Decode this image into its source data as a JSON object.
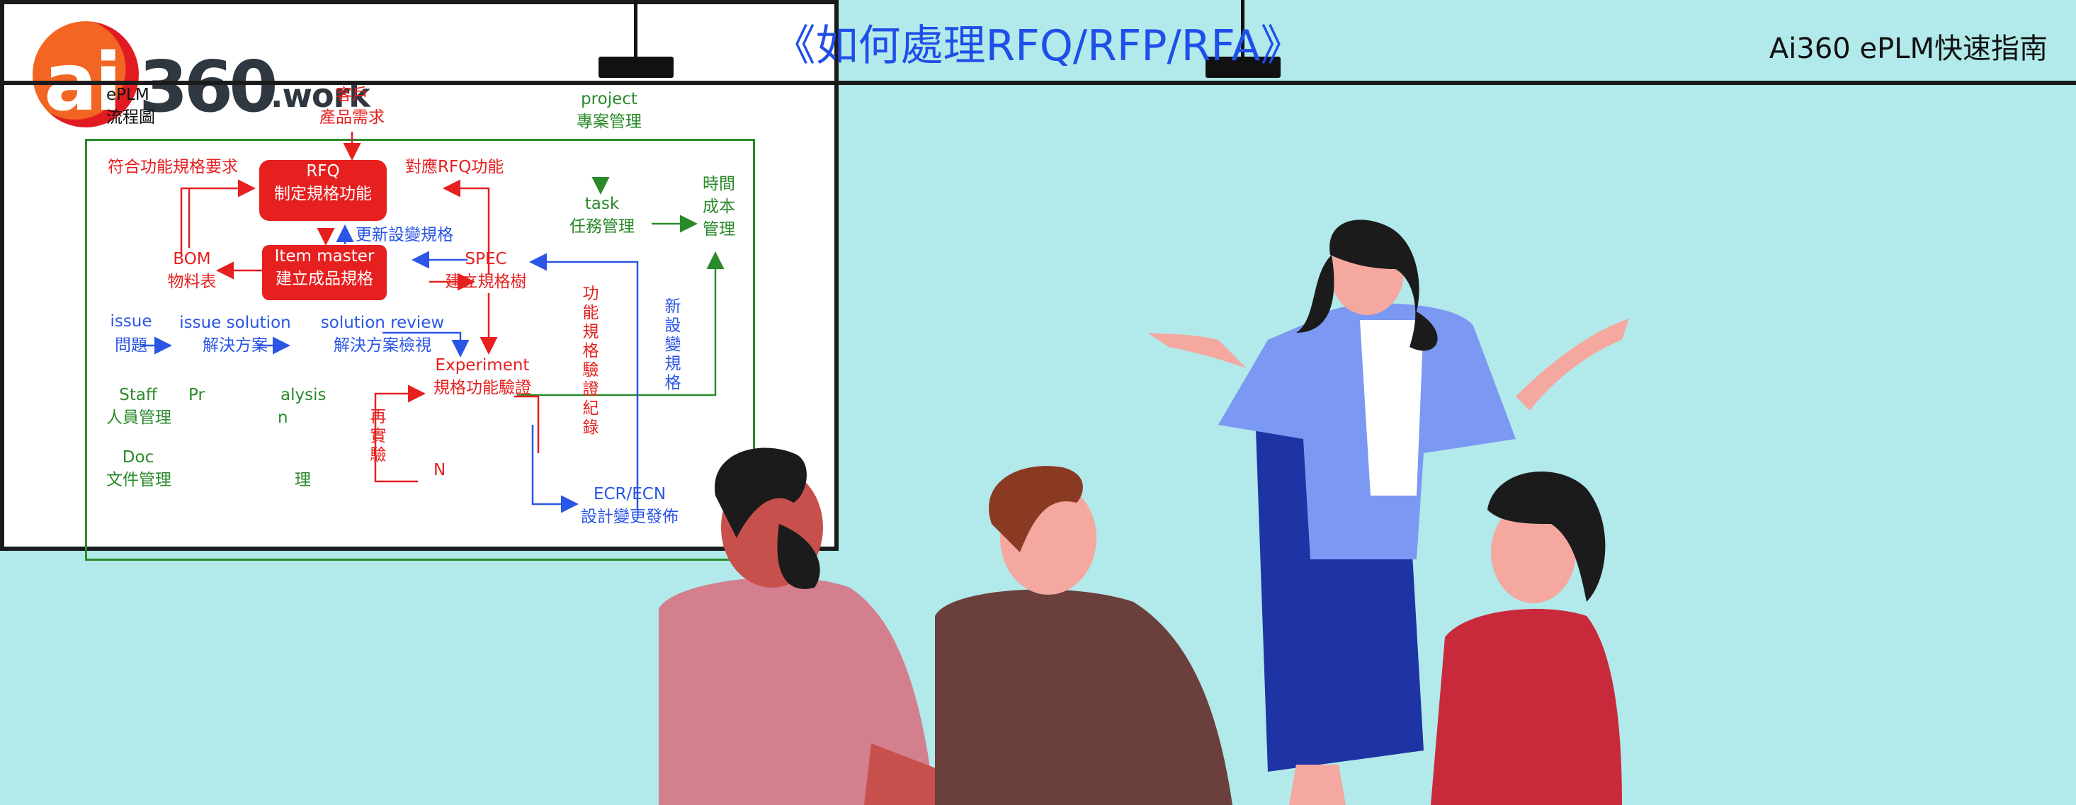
{
  "brand": {
    "logo_ai": "ai",
    "logo_num": "360",
    "logo_suffix": ".work",
    "title": "Ai360 ePLM快速指南"
  },
  "board": {
    "title": "《如何處理RFQ/RFP/RFA》",
    "legend": [
      "ePLM",
      "流程圖"
    ],
    "nodes": {
      "customer": [
        "客戶",
        "產品需求"
      ],
      "project": [
        "project",
        "專案管理"
      ],
      "task": [
        "task",
        "任務管理"
      ],
      "time_cost": [
        "時間",
        "成本",
        "管理"
      ],
      "rfq": [
        "RFQ",
        "制定規格功能"
      ],
      "item_master": [
        "Item master",
        "建立成品規格"
      ],
      "spec": [
        "SPEC",
        "建立規格樹"
      ],
      "bom": [
        "BOM",
        "物料表"
      ],
      "issue": [
        "issue",
        "問題"
      ],
      "issue_solution": [
        "issue solution",
        "解決方案"
      ],
      "solution_review": [
        "solution review",
        "解決方案檢視"
      ],
      "experiment": [
        "Experiment",
        "規格功能驗證"
      ],
      "staff": [
        "Staff",
        "人員管理"
      ],
      "product_analysis": [
        "Pr",
        "alysis"
      ],
      "doc": [
        "Doc",
        "文件管理"
      ],
      "ecr": [
        "ECR/ECN",
        "設計變更發佈"
      ]
    },
    "labels": {
      "match": "符合功能規格要求",
      "respond": "對應RFQ功能",
      "update_spec": "更新設變規格",
      "verify_record": "功能規格驗證紀錄",
      "retest": "再實驗",
      "change_spec": "新設變規格",
      "n_label": "N",
      "partial_n": "n",
      "partial_li": "理"
    }
  },
  "colors": {
    "background": "#b2e9ea",
    "flow_red": "#e61f1f",
    "flow_blue": "#2a55e5",
    "flow_green": "#2a8a2a"
  }
}
